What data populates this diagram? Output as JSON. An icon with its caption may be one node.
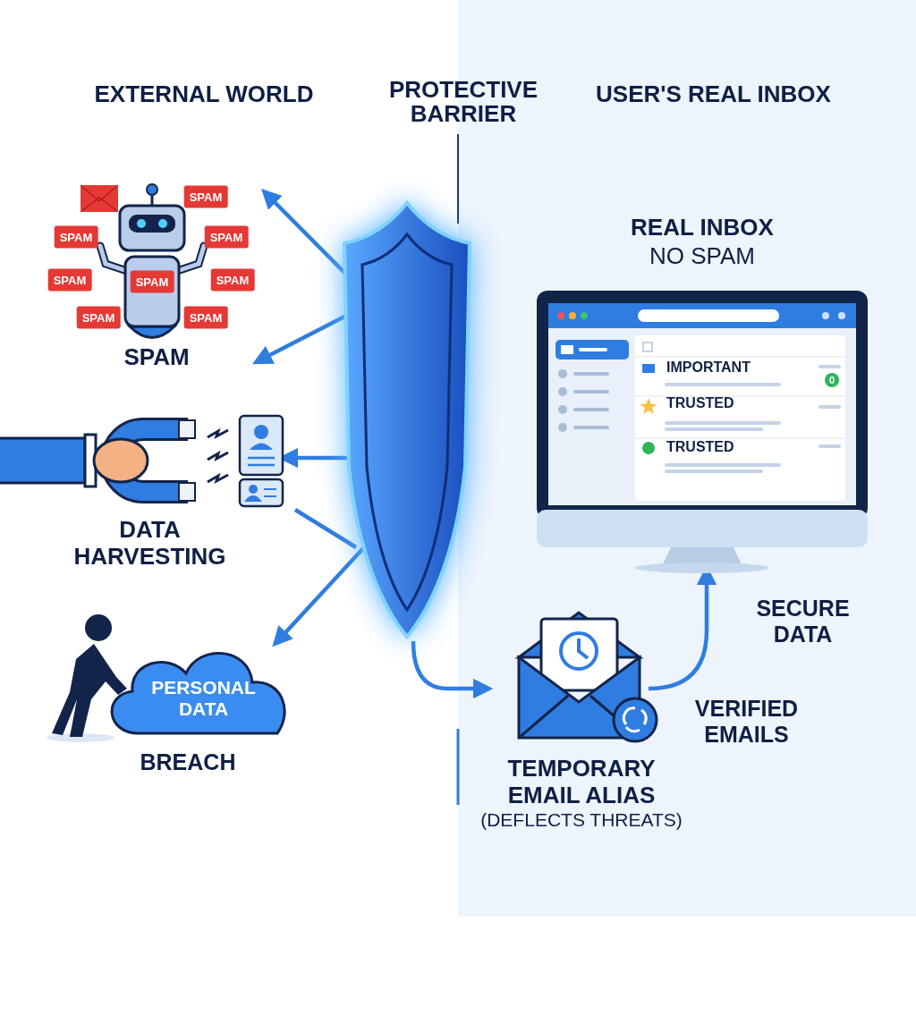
{
  "diagram": {
    "nodes": [
      {
        "text": [
          "SPAM"
        ]
      },
      {
        "text": [
          "DATA HARVESTING"
        ]
      },
      {
        "text": [
          "PERSONAL DATA"
        ],
        "beside": [
          "BREACH"
        ]
      },
      {
        "text": [],
        "shape": "picture"
      },
      {
        "text": [
          "TEMPORARY EMAIL ALIAS",
          "(DEFLECTS THREATS)"
        ]
      },
      {
        "text": [
          "REAL INBOX",
          "NO SPAM"
        ]
      }
    ],
    "edges": [
      {
        "from": 3,
        "to": 0,
        "arrow": "to"
      },
      {
        "from": 3,
        "to": 0,
        "arrow": "to"
      },
      {
        "from": 3,
        "to": 1,
        "arrow": "to"
      },
      {
        "from": null,
        "to": 3,
        "arrow": "none"
      },
      {
        "from": 3,
        "to": 2,
        "arrow": "to"
      },
      {
        "from": 3,
        "to": 4,
        "arrow": "to"
      },
      {
        "from": 4,
        "to": 5,
        "arrow": "to"
      }
    ],
    "labels": [
      "EXTERNAL WORLD",
      "PROTECTIVE BARRIER",
      "USER'S REAL INBOX",
      "SPAM",
      "SPAM",
      "SPAM",
      "SPAM",
      "SPAM",
      "SPAM",
      "SPAM",
      "SPAM",
      "IMPORTANT",
      "0",
      "TRUSTED",
      "TRUSTED",
      "SECURE DATA",
      "VERIFIED EMAILS"
    ]
  }
}
